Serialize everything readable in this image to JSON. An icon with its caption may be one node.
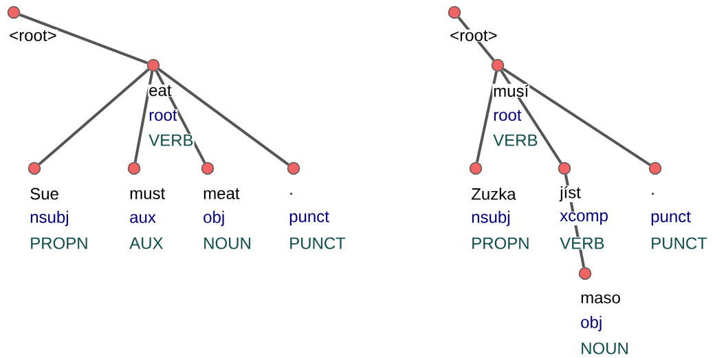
{
  "diagram": {
    "nodes": [
      {
        "text": [
          "<root>"
        ]
      },
      {
        "text": [
          "eat",
          "root",
          "VERB"
        ]
      },
      {
        "text": [
          "Sue",
          "nsubj",
          "PROPN"
        ]
      },
      {
        "text": [
          "must",
          "aux",
          "AUX"
        ]
      },
      {
        "text": [
          "meat",
          "obj",
          "NOUN"
        ]
      },
      {
        "text": [
          ".",
          "punct",
          "PUNCT"
        ]
      },
      {
        "text": [
          "<root>"
        ]
      },
      {
        "text": [
          "musí",
          "root",
          "VERB"
        ]
      },
      {
        "text": [
          "Zuzka",
          "nsubj",
          "PROPN"
        ]
      },
      {
        "text": [
          "jíst",
          "xcomp",
          "VERB"
        ]
      },
      {
        "text": [
          ".",
          "punct",
          "PUNCT"
        ]
      },
      {
        "text": [
          "maso",
          "obj",
          "NOUN"
        ]
      }
    ],
    "edges": [
      {
        "from": 0,
        "to": 1,
        "arrow": "none"
      },
      {
        "from": 1,
        "to": 2,
        "arrow": "none"
      },
      {
        "from": 1,
        "to": 3,
        "arrow": "none"
      },
      {
        "from": 1,
        "to": 4,
        "arrow": "none"
      },
      {
        "from": 1,
        "to": 5,
        "arrow": "none"
      },
      {
        "from": 6,
        "to": 7,
        "arrow": "none"
      },
      {
        "from": 7,
        "to": 8,
        "arrow": "none"
      },
      {
        "from": 7,
        "to": 9,
        "arrow": "none"
      },
      {
        "from": 7,
        "to": 10,
        "arrow": "none"
      },
      {
        "from": 9,
        "to": 11,
        "arrow": "none"
      }
    ]
  }
}
